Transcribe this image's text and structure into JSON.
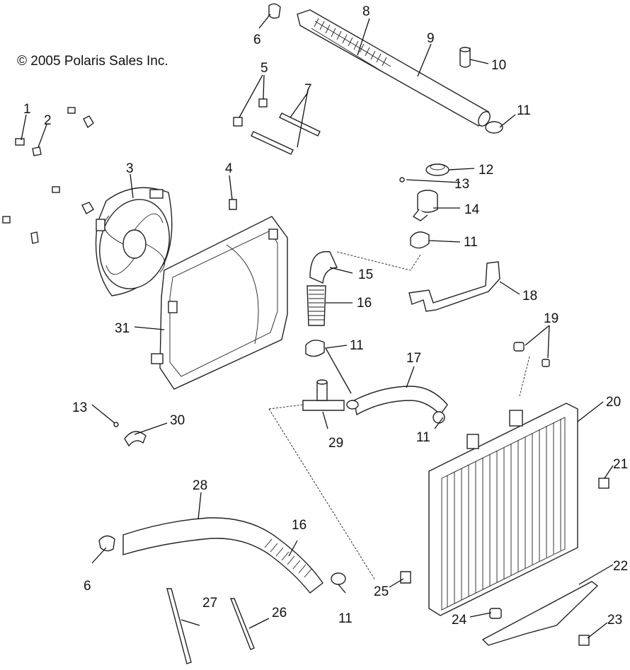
{
  "copyright": "© 2005 Polaris Sales Inc.",
  "callouts": [
    {
      "id": "c1",
      "text": "1"
    },
    {
      "id": "c2",
      "text": "2"
    },
    {
      "id": "c3",
      "text": "3"
    },
    {
      "id": "c4",
      "text": "4"
    },
    {
      "id": "c5",
      "text": "5"
    },
    {
      "id": "c6a",
      "text": "6"
    },
    {
      "id": "c6b",
      "text": "6"
    },
    {
      "id": "c7",
      "text": "7"
    },
    {
      "id": "c8",
      "text": "8"
    },
    {
      "id": "c9",
      "text": "9"
    },
    {
      "id": "c10",
      "text": "10"
    },
    {
      "id": "c11a",
      "text": "11"
    },
    {
      "id": "c11b",
      "text": "11"
    },
    {
      "id": "c11c",
      "text": "11"
    },
    {
      "id": "c11d",
      "text": "11"
    },
    {
      "id": "c11e",
      "text": "11"
    },
    {
      "id": "c12",
      "text": "12"
    },
    {
      "id": "c13a",
      "text": "13"
    },
    {
      "id": "c13b",
      "text": "13"
    },
    {
      "id": "c14",
      "text": "14"
    },
    {
      "id": "c15",
      "text": "15"
    },
    {
      "id": "c16a",
      "text": "16"
    },
    {
      "id": "c16b",
      "text": "16"
    },
    {
      "id": "c17",
      "text": "17"
    },
    {
      "id": "c18",
      "text": "18"
    },
    {
      "id": "c19",
      "text": "19"
    },
    {
      "id": "c20",
      "text": "20"
    },
    {
      "id": "c21",
      "text": "21"
    },
    {
      "id": "c22",
      "text": "22"
    },
    {
      "id": "c23",
      "text": "23"
    },
    {
      "id": "c24",
      "text": "24"
    },
    {
      "id": "c25",
      "text": "25"
    },
    {
      "id": "c26",
      "text": "26"
    },
    {
      "id": "c27",
      "text": "27"
    },
    {
      "id": "c28",
      "text": "28"
    },
    {
      "id": "c29",
      "text": "29"
    },
    {
      "id": "c30",
      "text": "30"
    },
    {
      "id": "c31",
      "text": "31"
    }
  ]
}
